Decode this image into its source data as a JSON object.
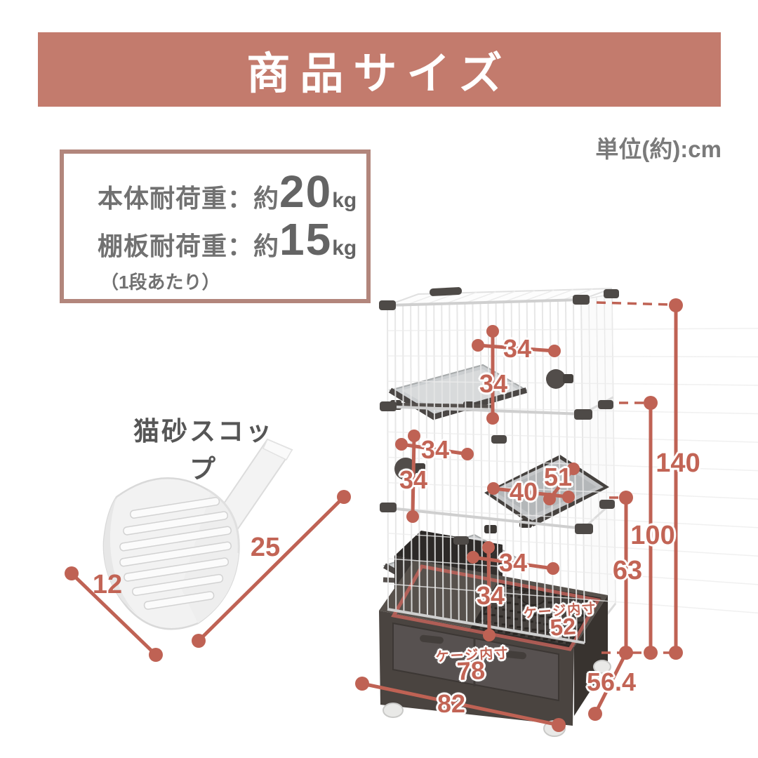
{
  "header": {
    "title": "商品サイズ",
    "banner_color": "#c37b6d"
  },
  "unit_note": "単位(約):cm",
  "spec_box": {
    "border_color": "#b2867c",
    "rows": [
      {
        "label": "本体耐荷重：約",
        "value": "20",
        "unit": "kg"
      },
      {
        "label": "棚板耐荷重：約",
        "value": "15",
        "unit": "kg"
      }
    ],
    "note": "（1段あたり）"
  },
  "scoop": {
    "label": "猫砂スコップ",
    "length": "25",
    "width": "12"
  },
  "cage": {
    "top_cell_width": "34",
    "top_cell_height": "34",
    "mid_cell_width": "34",
    "mid_cell_height": "34",
    "shelf_width": "40",
    "shelf_depth": "51",
    "bottom_cell_width": "34",
    "bottom_cell_height": "34",
    "total_height": "140",
    "wire_height": "100",
    "lower_height": "63",
    "inner_label": "ケージ内寸",
    "inner_depth": "52",
    "inner_width": "78",
    "outer_width": "82",
    "outer_depth": "56.4"
  },
  "colors": {
    "accent": "#bf6254"
  }
}
